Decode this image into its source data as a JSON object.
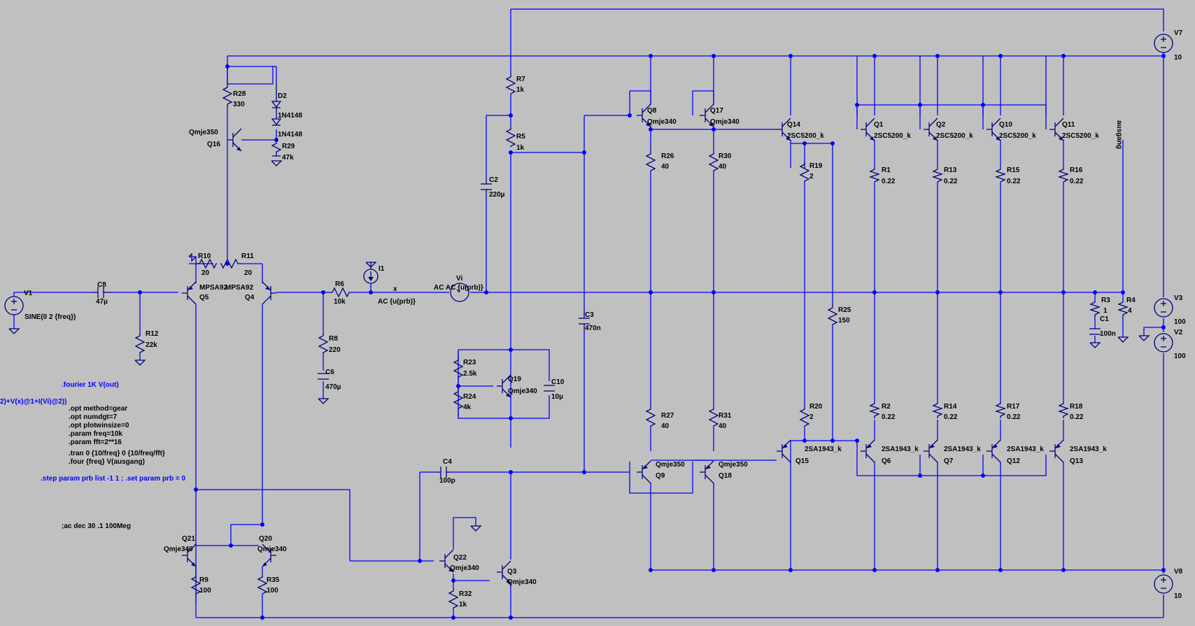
{
  "colors": {
    "background": "#c0c0c0",
    "wire": "#0000ff",
    "component": "#000080",
    "text": "#000000",
    "directive": "#0000ff"
  },
  "components": {
    "v1": {
      "name": "V1",
      "value": "SINE(0 2 {freq})"
    },
    "v7": {
      "name": "V7",
      "value": "10"
    },
    "v3": {
      "name": "V3",
      "value": "100"
    },
    "v2": {
      "name": "V2",
      "value": "100"
    },
    "v8": {
      "name": "V8",
      "value": "10"
    },
    "vi": {
      "name": "Vi",
      "value": "AC AC {u(prb)}"
    },
    "i1": {
      "name": "I1",
      "value": "AC {u(prb)}"
    },
    "c8": {
      "name": "C8",
      "value": "47µ"
    },
    "c2": {
      "name": "C2",
      "value": "220µ"
    },
    "c3": {
      "name": "C3",
      "value": "470n"
    },
    "c4": {
      "name": "C4",
      "value": "100p"
    },
    "c6": {
      "name": "C6",
      "value": "470µ"
    },
    "c10": {
      "name": "C10",
      "value": "10µ"
    },
    "c1": {
      "name": "C1",
      "value": "100n"
    },
    "r28": {
      "name": "R28",
      "value": "330"
    },
    "r29": {
      "name": "R29",
      "value": "47k"
    },
    "r12": {
      "name": "R12",
      "value": "22k"
    },
    "r10": {
      "name": "R10",
      "value": "20"
    },
    "r11": {
      "name": "R11",
      "value": "20"
    },
    "r6": {
      "name": "R6",
      "value": "10k"
    },
    "r8": {
      "name": "R8",
      "value": "220"
    },
    "r7": {
      "name": "R7",
      "value": "1k"
    },
    "r5": {
      "name": "R5",
      "value": "1k"
    },
    "r23": {
      "name": "R23",
      "value": "2.5k"
    },
    "r24": {
      "name": "R24",
      "value": "4k"
    },
    "r32": {
      "name": "R32",
      "value": "1k"
    },
    "r9": {
      "name": "R9",
      "value": "100"
    },
    "r35": {
      "name": "R35",
      "value": "100"
    },
    "r26": {
      "name": "R26",
      "value": "40"
    },
    "r30": {
      "name": "R30",
      "value": "40"
    },
    "r27": {
      "name": "R27",
      "value": "40"
    },
    "r31": {
      "name": "R31",
      "value": "40"
    },
    "r19": {
      "name": "R19",
      "value": "2"
    },
    "r20": {
      "name": "R20",
      "value": "2"
    },
    "r25": {
      "name": "R25",
      "value": "150"
    },
    "r1": {
      "name": "R1",
      "value": "0.22"
    },
    "r13": {
      "name": "R13",
      "value": "0.22"
    },
    "r15": {
      "name": "R15",
      "value": "0.22"
    },
    "r16": {
      "name": "R16",
      "value": "0.22"
    },
    "r2": {
      "name": "R2",
      "value": "0.22"
    },
    "r14": {
      "name": "R14",
      "value": "0.22"
    },
    "r17": {
      "name": "R17",
      "value": "0.22"
    },
    "r18": {
      "name": "R18",
      "value": "0.22"
    },
    "r3": {
      "name": "R3",
      "value": "1"
    },
    "r4": {
      "name": "R4",
      "value": "4"
    },
    "d2": {
      "name": "D2",
      "value": "1N4148",
      "value2": "1N4148"
    },
    "q16": {
      "name": "Q16",
      "value": "Qmje350"
    },
    "q5": {
      "name": "Q5",
      "value": "MPSA92"
    },
    "q4": {
      "name": "Q4",
      "value": "MPSA92"
    },
    "q19": {
      "name": "Q19",
      "value": "Qmje340"
    },
    "q21": {
      "name": "Q21",
      "value": "Qmje340"
    },
    "q20": {
      "name": "Q20",
      "value": "Qmje340"
    },
    "q22": {
      "name": "Q22",
      "value": "Qmje340"
    },
    "q3": {
      "name": "Q3",
      "value": "Qmje340"
    },
    "q8": {
      "name": "Q8",
      "value": "Qmje340"
    },
    "q17": {
      "name": "Q17",
      "value": "Qmje340"
    },
    "q9": {
      "name": "Q9",
      "value": "Qmje350"
    },
    "q18": {
      "name": "Q18",
      "value": "Qmje350"
    },
    "q14": {
      "name": "Q14",
      "value": "2SC5200_k"
    },
    "q1": {
      "name": "Q1",
      "value": "2SC5200_k"
    },
    "q2": {
      "name": "Q2",
      "value": "2SC5200_k"
    },
    "q10": {
      "name": "Q10",
      "value": "2SC5200_k"
    },
    "q11": {
      "name": "Q11",
      "value": "2SC5200_k"
    },
    "q15": {
      "name": "Q15",
      "value": "2SA1943_k"
    },
    "q6": {
      "name": "Q6",
      "value": "2SA1943_k"
    },
    "q7": {
      "name": "Q7",
      "value": "2SA1943_k"
    },
    "q12": {
      "name": "Q12",
      "value": "2SA1943_k"
    },
    "q13": {
      "name": "Q13",
      "value": "2SA1943_k"
    }
  },
  "net_labels": {
    "x": "x",
    "out": "ausgang"
  },
  "directives": {
    "fourier": ".fourier 1K V(out)",
    "measure": "2)+V(x)@1+I(Vi)@2))",
    "opts": [
      ".opt method=gear",
      ".opt numdgt=7",
      ".opt plotwinsize=0",
      ".param freq=10k",
      ".param fft=2**16"
    ],
    "tran": [
      ".tran 0 {10/freq} 0 {10/freq/fft}",
      ".four {freq} V(ausgang)"
    ],
    "step": ".step param prb list -1 1 ; .set param prb = 0",
    "ac": ";ac dec 30 .1 100Meg"
  }
}
